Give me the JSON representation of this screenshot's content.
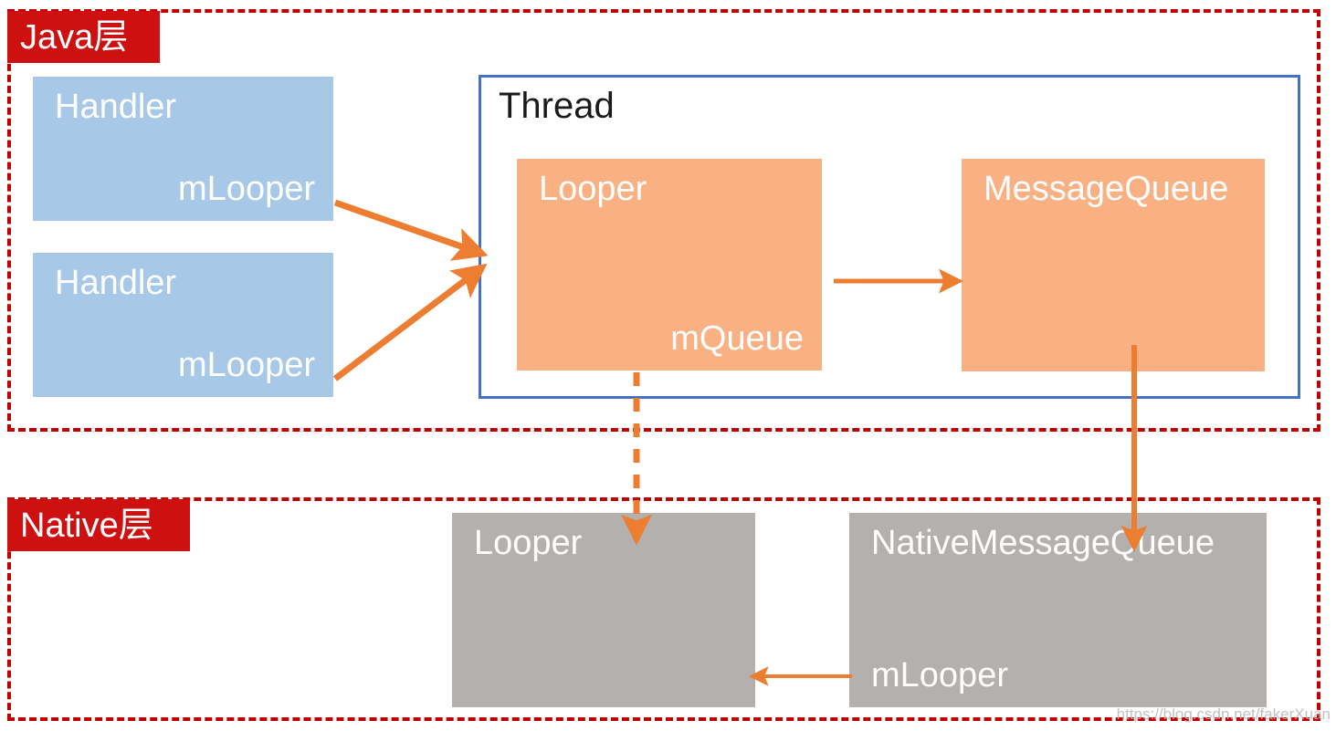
{
  "diagram": {
    "title": "Android Handler / Looper / MessageQueue architecture",
    "colors": {
      "layer_border": "#c00000",
      "layer_badge_bg": "#cf1010",
      "handler_box": "#a8c8e8",
      "looper_box": "#f9b183",
      "native_box": "#b3b0ad",
      "thread_border": "#4472c4",
      "arrow": "#ed7d31"
    }
  },
  "layers": [
    {
      "id": "java",
      "label": "Java层"
    },
    {
      "id": "native",
      "label": "Native层"
    }
  ],
  "thread": {
    "label": "Thread"
  },
  "nodes": {
    "handler_1": {
      "title": "Handler",
      "field": "mLooper"
    },
    "handler_2": {
      "title": "Handler",
      "field": "mLooper"
    },
    "looper_java": {
      "title": "Looper",
      "field": "mQueue"
    },
    "message_queue": {
      "title": "MessageQueue",
      "field": ""
    },
    "looper_native": {
      "title": "Looper",
      "field": ""
    },
    "native_message_queue": {
      "title": "NativeMessageQueue",
      "field": "mLooper"
    }
  },
  "edges": [
    {
      "id": "handler1-to-thread",
      "from": "handler_1.mLooper",
      "to": "thread",
      "style": "solid",
      "color": "#ed7d31"
    },
    {
      "id": "handler2-to-thread",
      "from": "handler_2.mLooper",
      "to": "thread",
      "style": "solid",
      "color": "#ed7d31"
    },
    {
      "id": "mqueue-to-messagequeue",
      "from": "looper_java.mQueue",
      "to": "message_queue",
      "style": "solid",
      "color": "#ed7d31"
    },
    {
      "id": "looper-java-to-looper-native",
      "from": "looper_java",
      "to": "looper_native",
      "style": "dashed",
      "color": "#ed7d31"
    },
    {
      "id": "messagequeue-to-nativemessagequeue",
      "from": "message_queue",
      "to": "native_message_queue",
      "style": "solid",
      "color": "#ed7d31"
    },
    {
      "id": "nativemlooper-to-looper-native",
      "from": "native_message_queue.mLooper",
      "to": "looper_native",
      "style": "solid",
      "color": "#ed7d31"
    }
  ],
  "watermark": {
    "text": "https://blog.csdn.net/fakerXuan"
  }
}
